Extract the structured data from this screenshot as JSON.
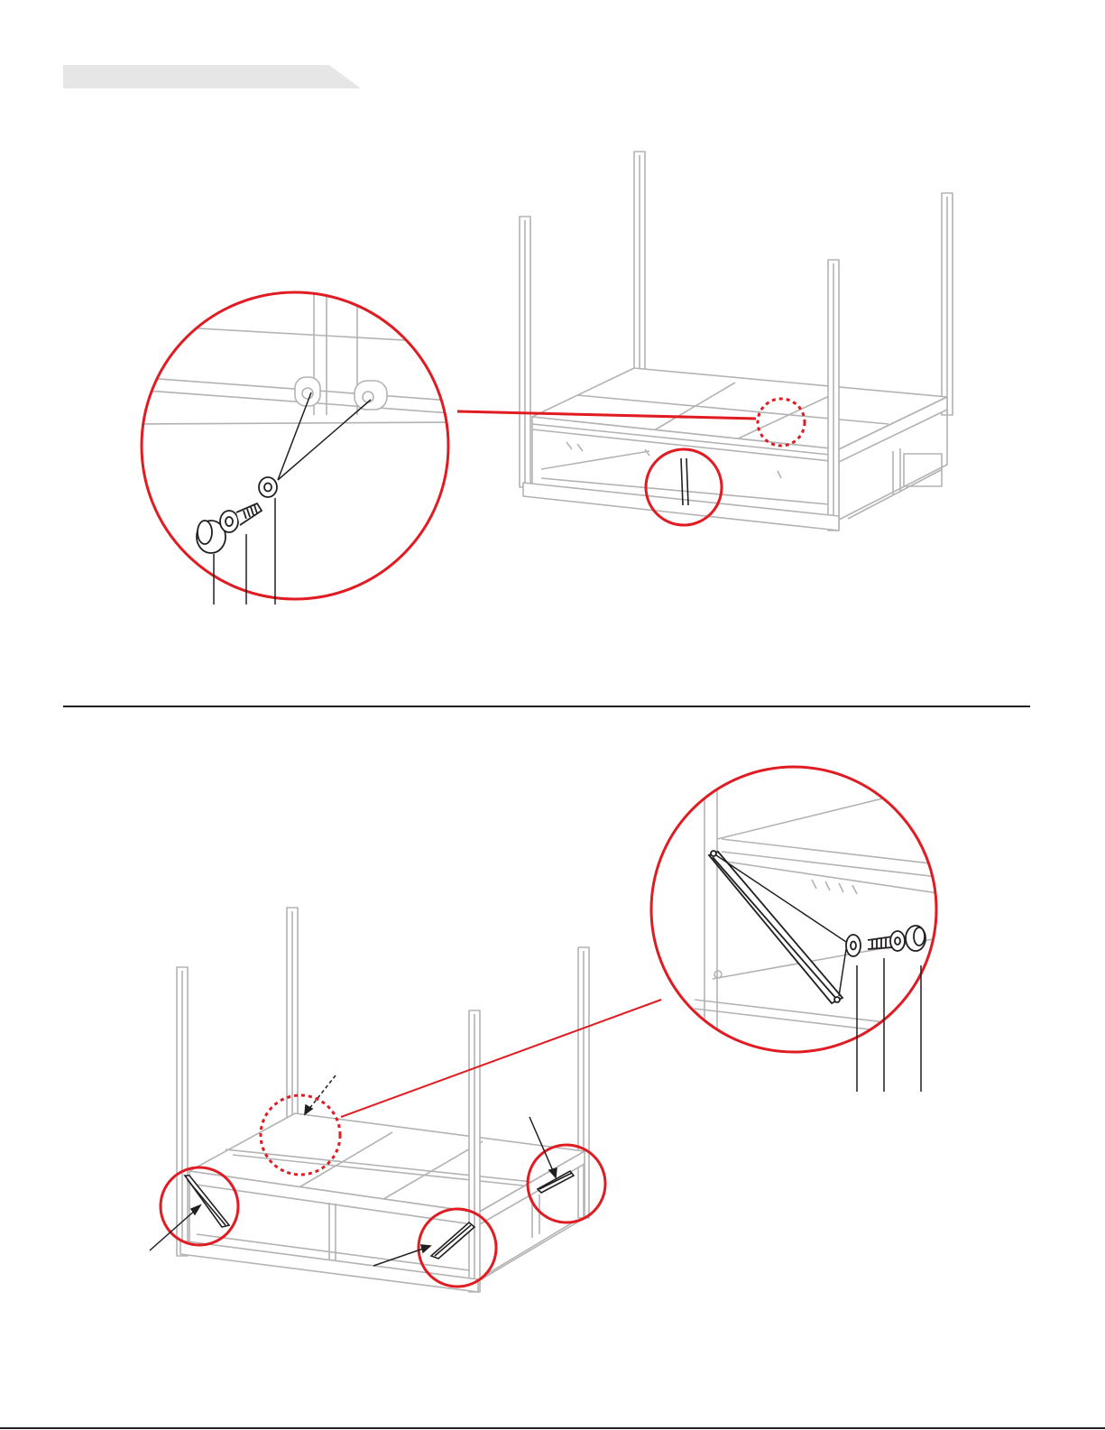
{
  "page": {
    "step_header_fill": "#e6e6e6",
    "highlight_color": "#e11b22",
    "line_color": "#231f20",
    "frame_color": "#b3b3b3"
  },
  "steps": [
    {
      "name": "step-a-center-leg-attach",
      "callouts": [
        {
          "part": "cap",
          "icon": "cap-icon"
        },
        {
          "part": "bolt",
          "icon": "bolt-icon"
        },
        {
          "part": "washer",
          "icon": "washer-icon"
        }
      ]
    },
    {
      "name": "step-b-corner-brace-attach",
      "callouts": [
        {
          "part": "washer",
          "icon": "washer-icon"
        },
        {
          "part": "bolt",
          "icon": "bolt-icon"
        },
        {
          "part": "cap",
          "icon": "cap-icon"
        }
      ]
    }
  ]
}
